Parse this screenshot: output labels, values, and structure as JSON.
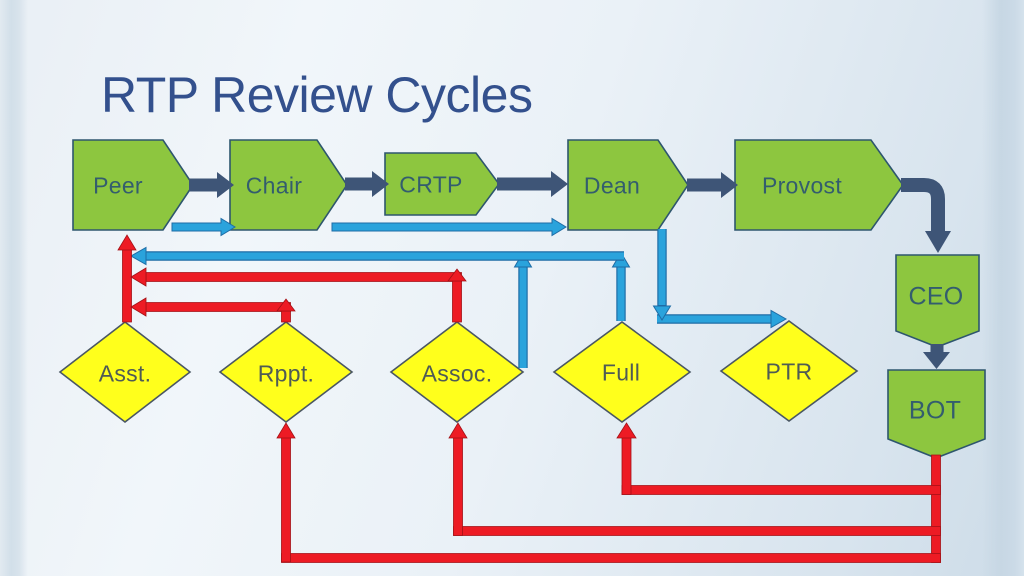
{
  "slide": {
    "title": "RTP Review Cycles"
  },
  "colors": {
    "background": "#edf3f8",
    "title_text": "#33508d",
    "node_green": "#8dc63f",
    "node_border": "#2e566e",
    "node_text": "#335d6e",
    "diamond_yellow": "#ffff1c",
    "diamond_border": "#4a5763",
    "diamond_text": "#4f5b55",
    "arrow_navy": "#3e5577",
    "arrow_cyan": "#2aa3dc",
    "arrow_red": "#ed1b24"
  },
  "nodes": {
    "peer": {
      "label": "Peer",
      "shape": "pentagon-right"
    },
    "chair": {
      "label": "Chair",
      "shape": "pentagon-right"
    },
    "crtp": {
      "label": "CRTP",
      "shape": "pentagon-right"
    },
    "dean": {
      "label": "Dean",
      "shape": "pentagon-right"
    },
    "provost": {
      "label": "Provost",
      "shape": "pentagon-right"
    },
    "ceo": {
      "label": "CEO",
      "shape": "pentagon-down"
    },
    "bot": {
      "label": "BOT",
      "shape": "pentagon-down"
    },
    "asst": {
      "label": "Asst.",
      "shape": "diamond"
    },
    "rppt": {
      "label": "Rppt.",
      "shape": "diamond"
    },
    "assoc": {
      "label": "Assoc.",
      "shape": "diamond"
    },
    "full": {
      "label": "Full",
      "shape": "diamond"
    },
    "ptr": {
      "label": "PTR",
      "shape": "diamond"
    }
  },
  "edges": [
    {
      "from": "Peer",
      "to": "Chair",
      "color": "navy"
    },
    {
      "from": "Chair",
      "to": "CRTP",
      "color": "navy"
    },
    {
      "from": "CRTP",
      "to": "Dean",
      "color": "navy"
    },
    {
      "from": "Dean",
      "to": "Provost",
      "color": "navy"
    },
    {
      "from": "Provost",
      "to": "CEO",
      "color": "navy"
    },
    {
      "from": "CEO",
      "to": "BOT",
      "color": "navy"
    },
    {
      "from": "Peer",
      "to": "Chair",
      "color": "cyan"
    },
    {
      "from": "Chair",
      "to": "Dean",
      "color": "cyan"
    },
    {
      "from": "Dean",
      "to": "PTR",
      "color": "cyan"
    },
    {
      "from": "Assoc.",
      "to": "Peer",
      "color": "cyan"
    },
    {
      "from": "Full",
      "to": "Peer",
      "color": "cyan"
    },
    {
      "from": "Asst.",
      "to": "Peer",
      "color": "red"
    },
    {
      "from": "Rppt.",
      "to": "Peer",
      "color": "red"
    },
    {
      "from": "Assoc.",
      "to": "Peer",
      "color": "red"
    },
    {
      "from": "BOT",
      "to": "Full",
      "color": "red"
    },
    {
      "from": "BOT",
      "to": "Assoc.",
      "color": "red"
    },
    {
      "from": "BOT",
      "to": "Rppt.",
      "color": "red"
    }
  ]
}
